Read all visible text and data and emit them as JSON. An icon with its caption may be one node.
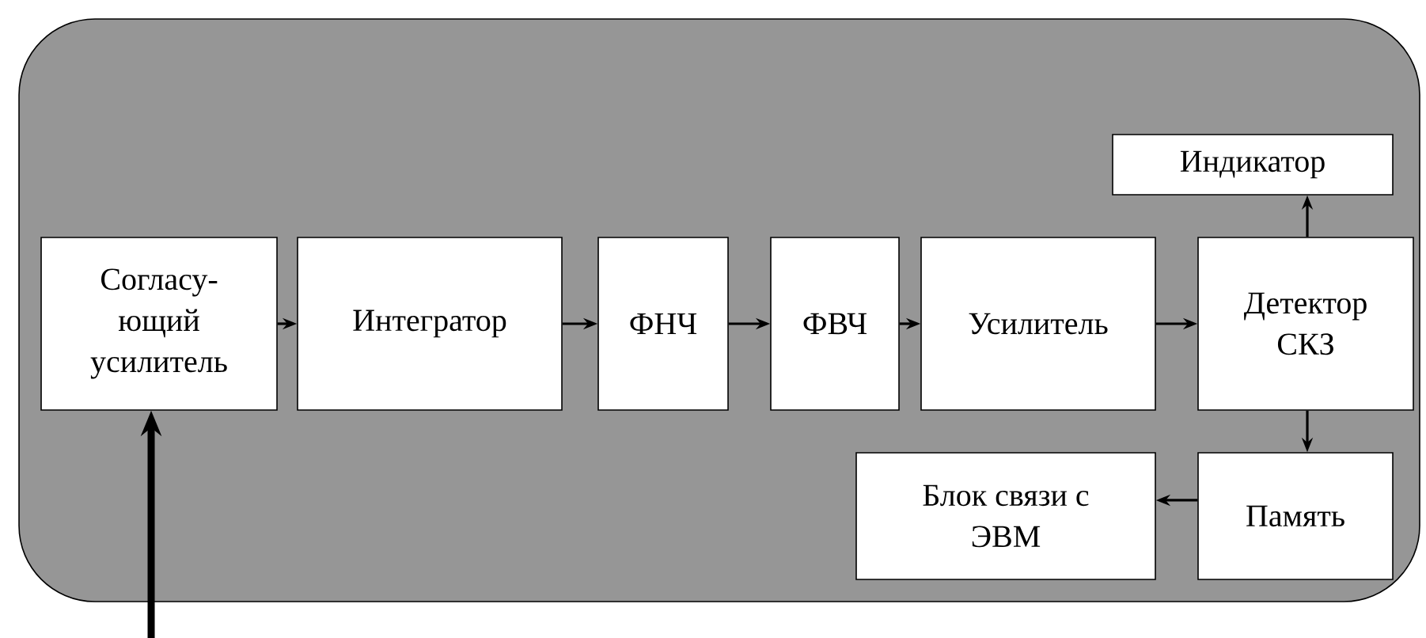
{
  "diagram": {
    "nodes": [
      {
        "text": [
          "Согласу- ющий усилитель"
        ]
      },
      {
        "text": [
          "Интегратор"
        ]
      },
      {
        "text": [
          "ФНЧ"
        ]
      },
      {
        "text": [
          "ФВЧ"
        ]
      },
      {
        "text": [
          "Усилитель"
        ]
      },
      {
        "text": [
          "Детектор СКЗ"
        ]
      },
      {
        "text": [
          "Индикатор"
        ]
      },
      {
        "text": [
          "Память"
        ]
      },
      {
        "text": [
          "Блок связи с ЭВМ"
        ]
      }
    ],
    "edges": [
      {
        "from": 0,
        "to": 1,
        "arrow": "to"
      },
      {
        "from": 1,
        "to": 2,
        "arrow": "to"
      },
      {
        "from": 2,
        "to": 3,
        "arrow": "to"
      },
      {
        "from": 3,
        "to": 4,
        "arrow": "to"
      },
      {
        "from": 4,
        "to": 5,
        "arrow": "to"
      },
      {
        "from": 5,
        "to": 6,
        "arrow": "to"
      },
      {
        "from": 5,
        "to": 7,
        "arrow": "to"
      },
      {
        "from": 7,
        "to": 8,
        "arrow": "to"
      },
      {
        "from": null,
        "to": 0,
        "arrow": "to",
        "style": "thick"
      }
    ]
  }
}
